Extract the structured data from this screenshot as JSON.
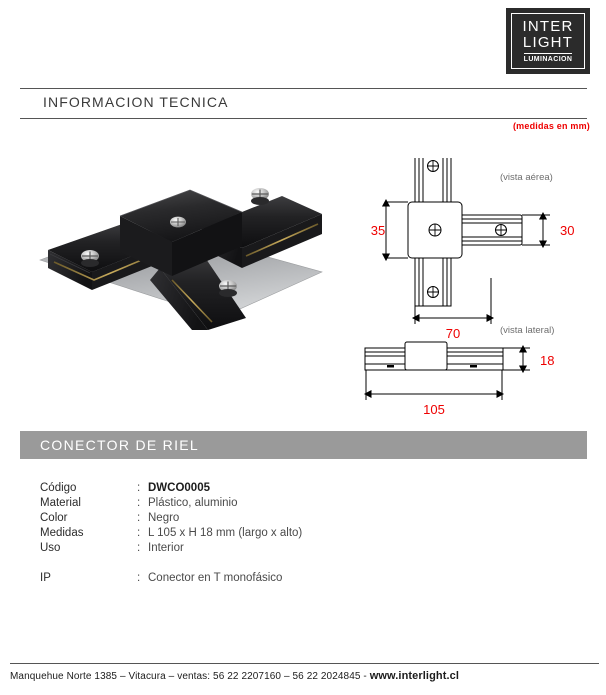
{
  "logo": {
    "line1": "INTER",
    "line2": "LIGHT",
    "line3": "LUMINACION"
  },
  "header": {
    "title": "INFORMACION TECNICA",
    "units_note": "(medidas en mm)",
    "units_note_color": "#ee0000"
  },
  "product_photo": {
    "alt": "Conector en T de riel color negro con tornillos plateados sobre placa metalica"
  },
  "drawings": {
    "top_view": {
      "caption": "(vista aérea)",
      "dim_left": "35",
      "dim_right": "30",
      "dim_bottom": "70"
    },
    "side_view": {
      "caption": "(vista lateral)",
      "dim_right": "18",
      "dim_bottom": "105"
    },
    "dim_color": "#ee0000",
    "caption_color": "#6e6e6e"
  },
  "band": {
    "label": "CONECTOR DE RIEL",
    "bg_color": "#9a9a9a"
  },
  "specs": {
    "colon": ":",
    "rows": [
      {
        "key": "Código",
        "value": "DWCO0005",
        "bold": true
      },
      {
        "key": "Material",
        "value": "Plástico, aluminio",
        "bold": false
      },
      {
        "key": "Color",
        "value": "Negro",
        "bold": false
      },
      {
        "key": "Medidas",
        "value": "L 105 x H 18 mm (largo x alto)",
        "bold": false
      },
      {
        "key": "Uso",
        "value": "Interior",
        "bold": false
      }
    ],
    "extra_rows": [
      {
        "key": "IP",
        "value": "Conector en T monofásico",
        "bold": false
      }
    ]
  },
  "footer": {
    "address": "Manquehue Norte 1385  –  Vitacura  –  ventas: 56 22 2207160  –  56 22 2024845  -  ",
    "url": "www.interlight.cl"
  }
}
